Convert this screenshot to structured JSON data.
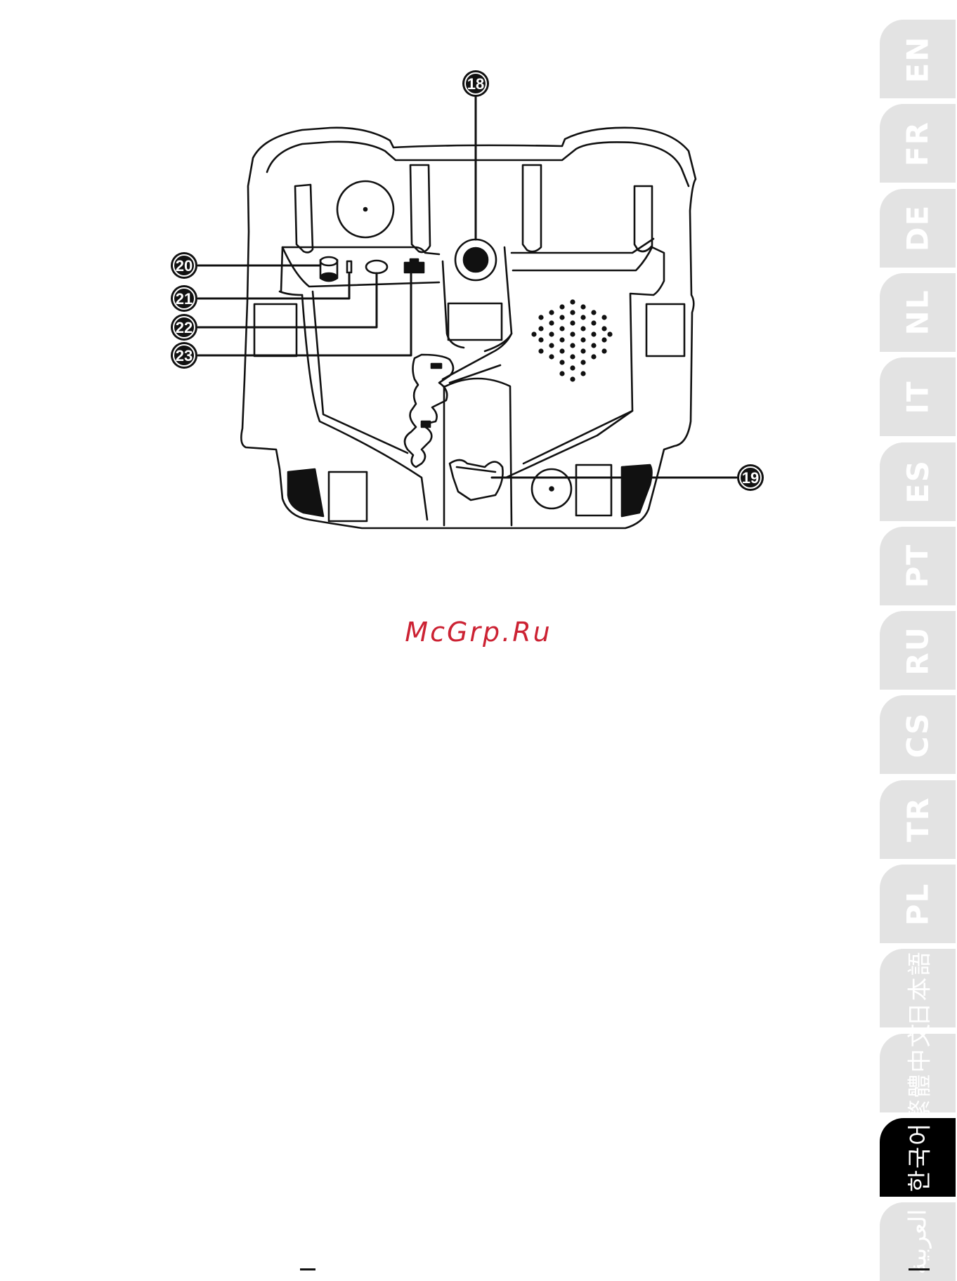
{
  "watermark": {
    "text": "McGrp.Ru",
    "color": "#cc2233"
  },
  "callouts": {
    "c18": "18",
    "c19": "19",
    "c20": "20",
    "c21": "21",
    "c22": "22",
    "c23": "23"
  },
  "language_tabs": [
    {
      "label": "EN",
      "active": false
    },
    {
      "label": "FR",
      "active": false
    },
    {
      "label": "DE",
      "active": false
    },
    {
      "label": "NL",
      "active": false
    },
    {
      "label": "IT",
      "active": false
    },
    {
      "label": "ES",
      "active": false
    },
    {
      "label": "PT",
      "active": false
    },
    {
      "label": "RU",
      "active": false
    },
    {
      "label": "CS",
      "active": false
    },
    {
      "label": "TR",
      "active": false
    },
    {
      "label": "PL",
      "active": false
    },
    {
      "label": "日本語",
      "active": false
    },
    {
      "label": "繁體中文",
      "active": false
    },
    {
      "label": "한국어",
      "active": true
    },
    {
      "label": "العربية",
      "active": false
    }
  ],
  "colors": {
    "tab_inactive": "#e3e3e3",
    "tab_inactive_text": "#ffffff",
    "tab_active": "#000000",
    "tab_active_text": "#ffffff",
    "line": "#111111"
  }
}
